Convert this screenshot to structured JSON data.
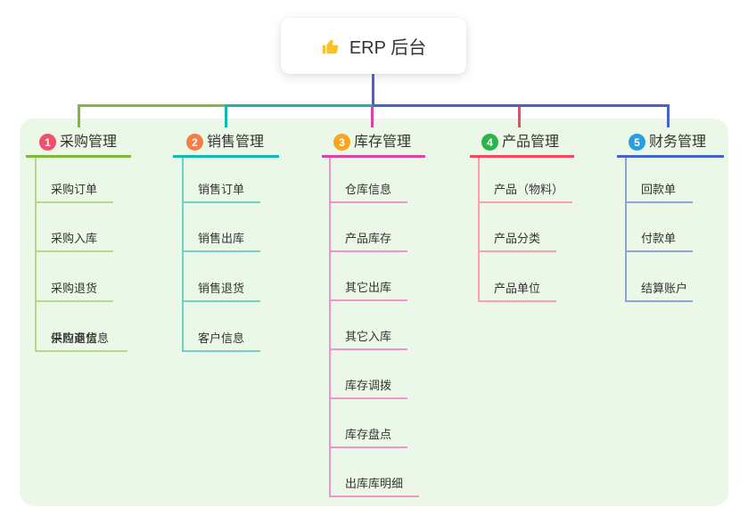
{
  "root": {
    "icon": "thumbs-up",
    "label": "ERP 后台"
  },
  "colors": {
    "background": "#ffffff",
    "panel": "#ecf8e7",
    "connector": "#4a5fc8",
    "text": "#333333"
  },
  "branches": [
    {
      "num": "1",
      "label": "采购管理",
      "colors": {
        "main": "#7cb93e",
        "light": "#b5d98b",
        "badge": "#f0506a"
      },
      "items": [
        "采购订单",
        "采购入库",
        "采购退货",
        "供应商信息"
      ]
    },
    {
      "num": "2",
      "label": "销售管理",
      "colors": {
        "main": "#12b8ae",
        "light": "#6fd0c9",
        "badge": "#f57d4a"
      },
      "items": [
        "销售订单",
        "销售出库",
        "销售退货",
        "客户信息"
      ]
    },
    {
      "num": "3",
      "label": "库存管理",
      "colors": {
        "main": "#d943a4",
        "light": "#ef93c9",
        "badge": "#f6a623"
      },
      "items": [
        "仓库信息",
        "产品库存",
        "其它出库",
        "其它入库",
        "库存调拨",
        "库存盘点",
        "出库库明细"
      ]
    },
    {
      "num": "4",
      "label": "产品管理",
      "colors": {
        "main": "#f4485c",
        "light": "#f9a0a9",
        "badge": "#2eb24c"
      },
      "items": [
        "产品（物料）",
        "产品分类",
        "产品单位"
      ]
    },
    {
      "num": "5",
      "label": "财务管理",
      "colors": {
        "main": "#4663c8",
        "light": "#8ca3dd",
        "badge": "#2a9ce0"
      },
      "items": [
        "回款单",
        "付款单",
        "结算账户"
      ]
    }
  ]
}
